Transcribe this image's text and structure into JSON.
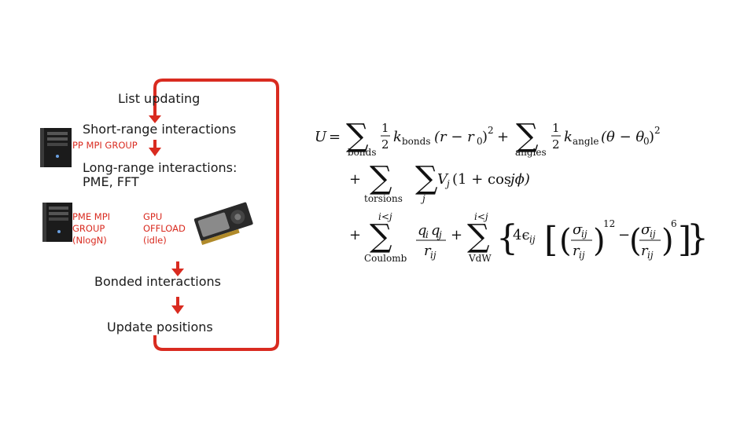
{
  "flow": {
    "list_updating": "List updating",
    "short_range": "Short-range interactions",
    "long_range_1": "Long-range interactions:",
    "long_range_2": "PME, FFT",
    "bonded": "Bonded interactions",
    "update_positions": "Update positions"
  },
  "groups": {
    "pp_mpi": "PP MPI GROUP",
    "pme_mpi_1": "PME MPI",
    "pme_mpi_2": "GROUP",
    "pme_mpi_3": "(NlogN)",
    "gpu_1": "GPU",
    "gpu_2": "OFFLOAD",
    "gpu_3": "(idle)"
  },
  "equation": {
    "U": "U",
    "eq": "=",
    "half": "1",
    "two": "2",
    "k_bonds_k": "k",
    "k_bonds_sub": "bonds",
    "bond_term": "(r − r",
    "zero": "0",
    "close_sq": ")",
    "sq": "2",
    "plus": "+",
    "lim_bonds": "bonds",
    "k_angle_k": "k",
    "k_angle_sub": "angle",
    "angle_term": "(θ − θ",
    "lim_angles": "angles",
    "lim_torsions": "torsions",
    "lim_j": "j",
    "vj": "V",
    "vj_sub": "j",
    "torsion_term": "(1 + cos",
    "torsion_tail": "jϕ)",
    "lim_icj": "i<j",
    "lim_coulomb": "Coulomb",
    "lim_vdw": "VdW",
    "qi": "q",
    "qj": "q",
    "q_i": "i",
    "q_j": "j",
    "rij": "r",
    "ij": "ij",
    "four_eps": "4ϵ",
    "sigma": "σ",
    "p12": "12",
    "minus": "−",
    "p6": "6"
  },
  "colors": {
    "accent": "#d92b20",
    "text": "#1a1a1a"
  }
}
